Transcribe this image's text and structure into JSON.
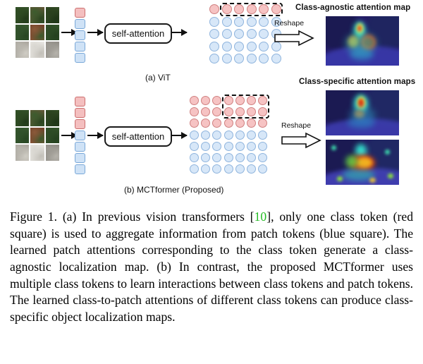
{
  "figure": {
    "panel_a": {
      "sublabel": "(a) ViT",
      "selfattention_label": "self-attention",
      "reshape_label": "Reshape",
      "map_title": "Class-agnostic attention map",
      "token_column": [
        "red",
        "blue",
        "blue",
        "blue",
        "blue"
      ],
      "matrix": {
        "rows": 5,
        "cols": 6,
        "row_colors": [
          "red",
          "blue",
          "blue",
          "blue",
          "blue"
        ],
        "highlight": {
          "row_start": 1,
          "row_end": 1,
          "col_start": 2,
          "col_end": 6
        }
      },
      "attention_maps": [
        "class-agnostic-horse-rider"
      ]
    },
    "panel_b": {
      "sublabel": "(b) MCTformer (Proposed)",
      "selfattention_label": "self-attention",
      "reshape_label": "Reshape",
      "map_title": "Class-specific attention maps",
      "token_column": [
        "red",
        "red",
        "red",
        "blue",
        "blue",
        "blue",
        "blue"
      ],
      "matrix": {
        "rows": 7,
        "cols": 7,
        "row_colors": [
          "red",
          "red",
          "red",
          "blue",
          "blue",
          "blue",
          "blue"
        ],
        "highlight": {
          "row_start": 1,
          "row_end": 2,
          "col_start": 4,
          "col_end": 7
        }
      },
      "attention_maps": [
        "class-specific-person",
        "class-specific-horse"
      ]
    },
    "colors": {
      "class_token": "#f4bfbf",
      "class_token_border": "#cc6f6f",
      "patch_token": "#cfe2f6",
      "patch_token_border": "#7aa8d8",
      "reference_link": "#22bb22",
      "outline": "#111111"
    }
  },
  "caption": {
    "prefix": "Figure 1. (a) In previous vision transformers [",
    "reference": "10",
    "body": "], only one class token (red square) is used to aggregate information from patch tokens (blue square). The learned patch attentions corresponding to the class token generate a class-agnostic localization map. (b) In contrast, the proposed MCTformer uses multiple class tokens to learn interactions between class tokens and patch tokens. The learned class-to-patch attentions of different class tokens can produce class-specific object localization maps."
  }
}
